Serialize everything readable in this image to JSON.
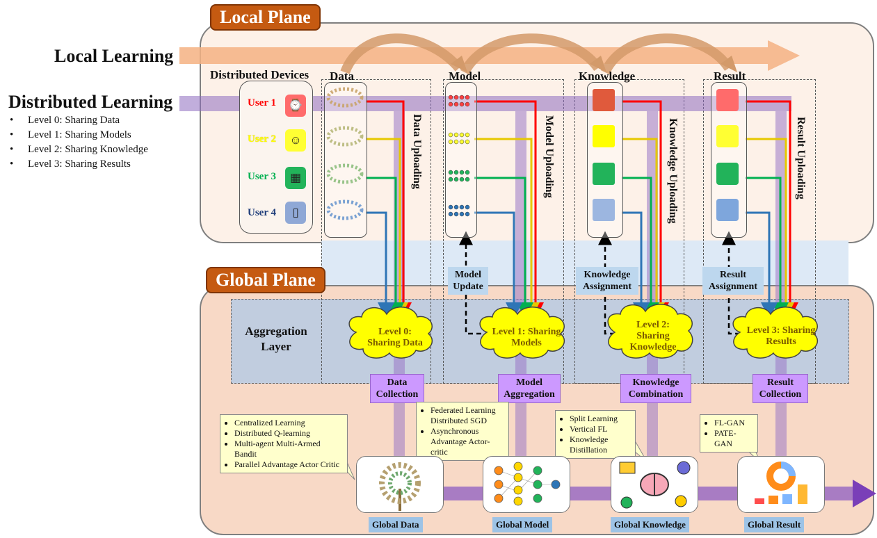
{
  "local_plane": {
    "title": "Local Plane"
  },
  "global_plane": {
    "title": "Global Plane"
  },
  "left": {
    "local_learning": "Local Learning",
    "distributed_learning": "Distributed Learning",
    "levels": [
      "Level 0: Sharing Data",
      "Level 1: Sharing Models",
      "Level 2: Sharing Knowledge",
      "Level 3: Sharing Results"
    ]
  },
  "devices": {
    "title": "Distributed Devices",
    "users": [
      {
        "label": "User 1",
        "color": "#ff0000",
        "icon": "smartwatch-icon"
      },
      {
        "label": "User 2",
        "color": "#ffff00",
        "icon": "robot-icon"
      },
      {
        "label": "User 3",
        "color": "#00b050",
        "icon": "tablet-icon"
      },
      {
        "label": "User 4",
        "color": "#2e75b6",
        "icon": "phone-icon"
      }
    ]
  },
  "stages": [
    {
      "name": "Data",
      "upload": "Data Uploading",
      "feedback": "",
      "collect": "Data Collection",
      "cloud": "Level 0: Sharing Data",
      "global": "Global Data"
    },
    {
      "name": "Model",
      "upload": "Model Uploading",
      "feedback": "Model Update",
      "collect": "Model Aggregation",
      "cloud": "Level 1: Sharing Models",
      "global": "Global Model"
    },
    {
      "name": "Knowledge",
      "upload": "Knowledge Uploading",
      "feedback": "Knowledge Assignment",
      "collect": "Knowledge Combination",
      "cloud": "Level 2: Sharing Knowledge",
      "global": "Global Knowledge"
    },
    {
      "name": "Result",
      "upload": "Result Uploading",
      "feedback": "Result Assignment",
      "collect": "Result Collection",
      "cloud": "Level 3: Sharing Results",
      "global": "Global Result"
    }
  ],
  "aggregation_layer": "Aggregation Layer",
  "notes": {
    "data": [
      "Centralized Learning",
      "Distributed Q-learning",
      "Multi-agent Multi-Armed Bandit",
      "Parallel Advantage Actor Critic"
    ],
    "model": [
      "Federated Learning Distributed SGD",
      "Asynchronous Advantage Actor-critic"
    ],
    "knowledge": [
      "Split Learning",
      "Vertical FL",
      "Knowledge Distillation"
    ],
    "result": [
      "FL-GAN",
      "PATE-GAN"
    ]
  },
  "colors": {
    "plane_title": "#c55a11",
    "local_bg": "#fdf1e8",
    "global_bg": "#f8d9c6",
    "arrow_purple": "#7030a0",
    "arrow_orange": "#f4b183",
    "cloud_yellow": "#ffff00"
  }
}
